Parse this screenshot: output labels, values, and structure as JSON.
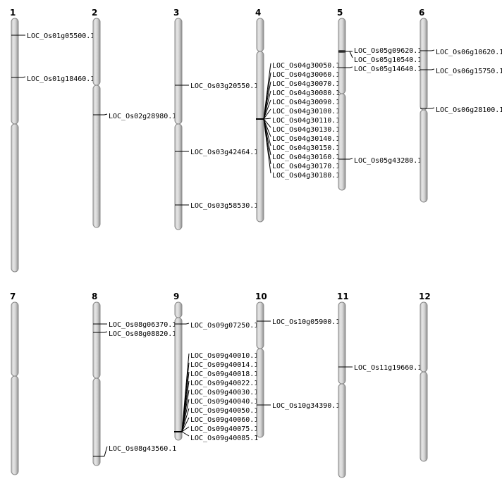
{
  "chromosomes": [
    {
      "id": "1",
      "genes": [
        "LOC_Os01g05500.1",
        "LOC_Os01g18460.1"
      ]
    },
    {
      "id": "2",
      "genes": [
        "LOC_Os02g28980.1"
      ]
    },
    {
      "id": "3",
      "genes": [
        "LOC_Os03g20550.1",
        "LOC_Os03g42464.1",
        "LOC_Os03g58530.1"
      ]
    },
    {
      "id": "4",
      "genes": [
        "LOC_Os04g30050.1",
        "LOC_Os04g30060.1",
        "LOC_Os04g30070.1",
        "LOC_Os04g30080.1",
        "LOC_Os04g30090.1",
        "LOC_Os04g30100.1",
        "LOC_Os04g30110.1",
        "LOC_Os04g30130.1",
        "LOC_Os04g30140.1",
        "LOC_Os04g30150.1",
        "LOC_Os04g30160.1",
        "LOC_Os04g30170.1",
        "LOC_Os04g30180.1"
      ]
    },
    {
      "id": "5",
      "genes": [
        "LOC_Os05g09620.1",
        "LOC_Os05g10540.1",
        "LOC_Os05g14640.1",
        "LOC_Os05g43280.1"
      ]
    },
    {
      "id": "6",
      "genes": [
        "LOC_Os06g10620.1",
        "LOC_Os06g15750.1",
        "LOC_Os06g28100.1"
      ]
    },
    {
      "id": "7",
      "genes": []
    },
    {
      "id": "8",
      "genes": [
        "LOC_Os08g06370.1",
        "LOC_Os08g08820.1",
        "LOC_Os08g43560.1"
      ]
    },
    {
      "id": "9",
      "genes": [
        "LOC_Os09g07250.1",
        "LOC_Os09g40010.1",
        "LOC_Os09g40014.1",
        "LOC_Os09g40018.1",
        "LOC_Os09g40022.1",
        "LOC_Os09g40030.1",
        "LOC_Os09g40040.1",
        "LOC_Os09g40050.1",
        "LOC_Os09g40060.1",
        "LOC_Os09g40075.1",
        "LOC_Os09g40085.1"
      ]
    },
    {
      "id": "10",
      "genes": [
        "LOC_Os10g05900.1",
        "LOC_Os10g34390.1"
      ]
    },
    {
      "id": "11",
      "genes": [
        "LOC_Os11g19660.1"
      ]
    },
    {
      "id": "12",
      "genes": []
    }
  ]
}
